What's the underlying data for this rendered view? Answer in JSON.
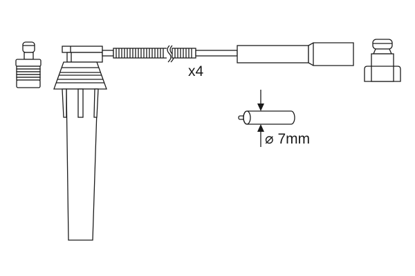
{
  "diagram": {
    "subject": "ignition cable set",
    "quantity_label": "x4",
    "diameter_label": "⌀ 7mm",
    "parts": [
      "left-terminal-connector",
      "coil-boot-connector",
      "ignition-lead",
      "spark-plug-boot",
      "right-terminal-connector",
      "cable-cross-section"
    ],
    "colors": {
      "stroke": "#1a1a1a",
      "background": "#ffffff"
    }
  }
}
